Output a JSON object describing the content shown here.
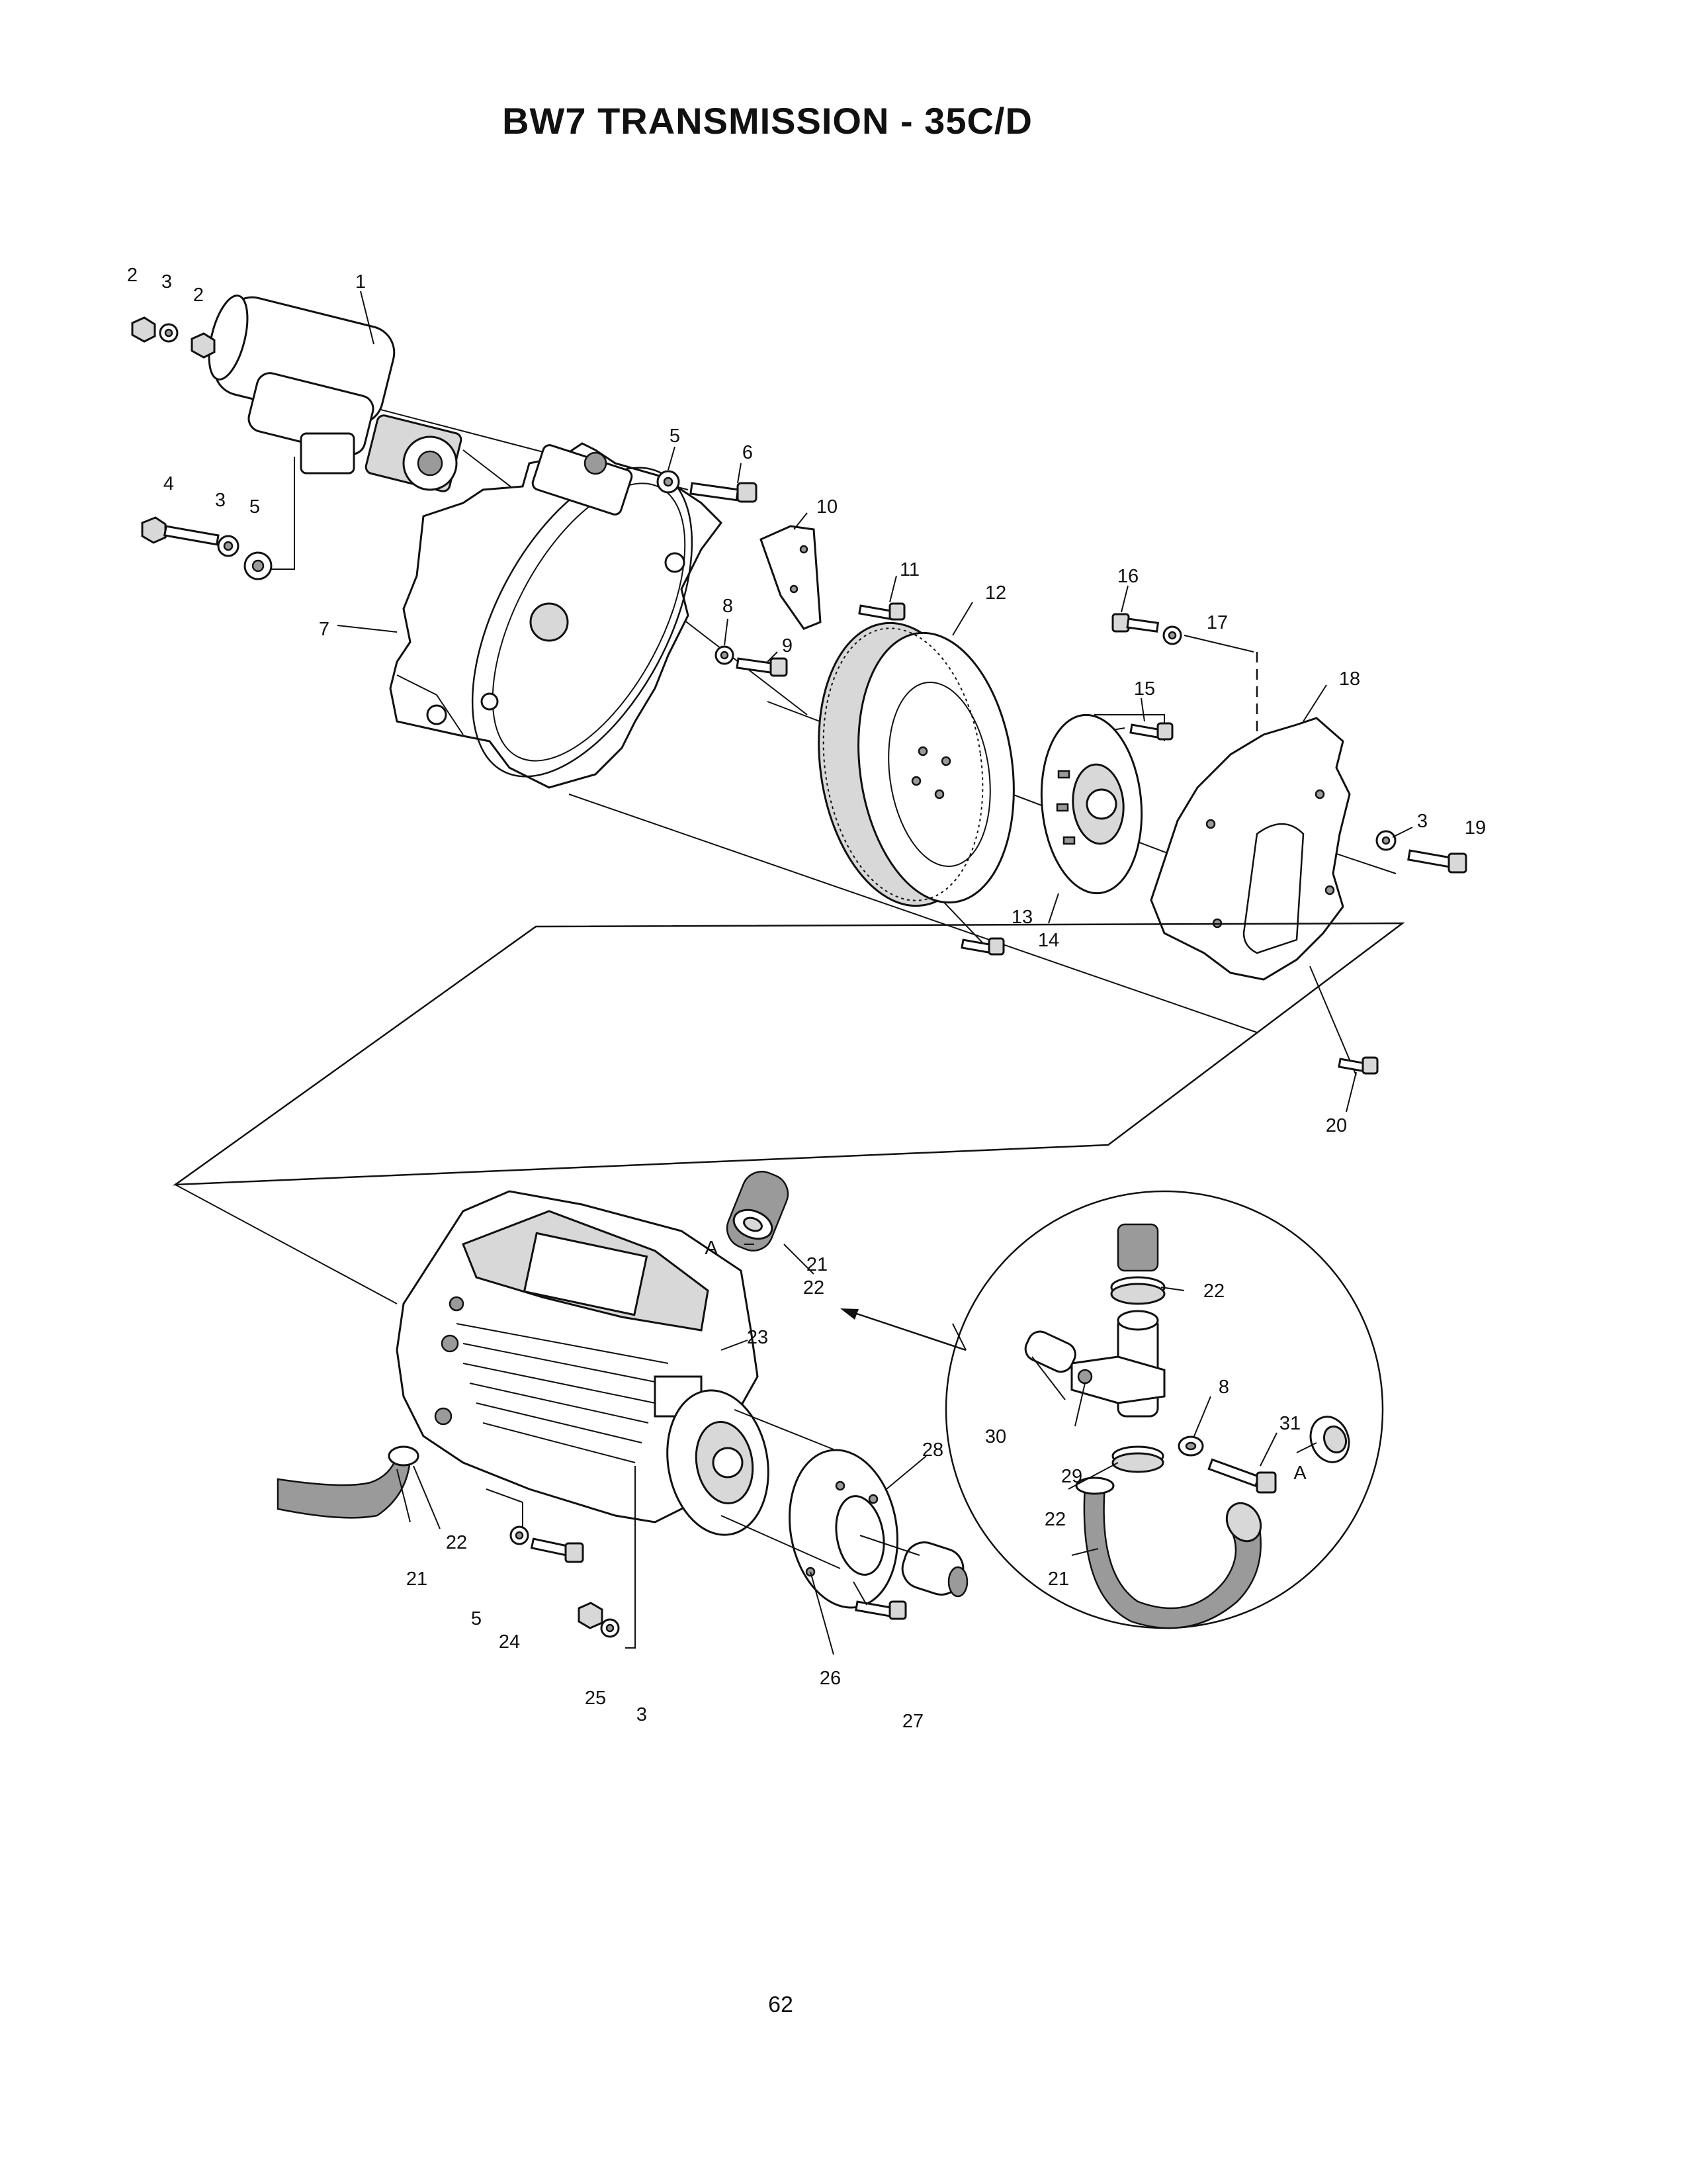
{
  "page": {
    "title": "BW7 TRANSMISSION - 35C/D",
    "page_number": "62"
  },
  "callouts": {
    "c1": "1",
    "c2a": "2",
    "c2b": "2",
    "c3a": "3",
    "c3b": "3",
    "c3c": "3",
    "c3d": "3",
    "c4": "4",
    "c5a": "5",
    "c5b": "5",
    "c5c": "5",
    "c6": "6",
    "c7": "7",
    "c8a": "8",
    "c8b": "8",
    "c9": "9",
    "c10": "10",
    "c11": "11",
    "c12": "12",
    "c13": "13",
    "c14": "14",
    "c15": "15",
    "c16": "16",
    "c17": "17",
    "c18": "18",
    "c19": "19",
    "c20": "20",
    "c21a": "21",
    "c21b": "21",
    "c21c": "21",
    "c22a": "22",
    "c22b": "22",
    "c22c": "22",
    "c22d": "22",
    "c23": "23",
    "c24": "24",
    "c25": "25",
    "c26": "26",
    "c27": "27",
    "c28": "28",
    "c29": "29",
    "c30": "30",
    "c31": "31",
    "cAa": "A",
    "cAb": "A"
  }
}
